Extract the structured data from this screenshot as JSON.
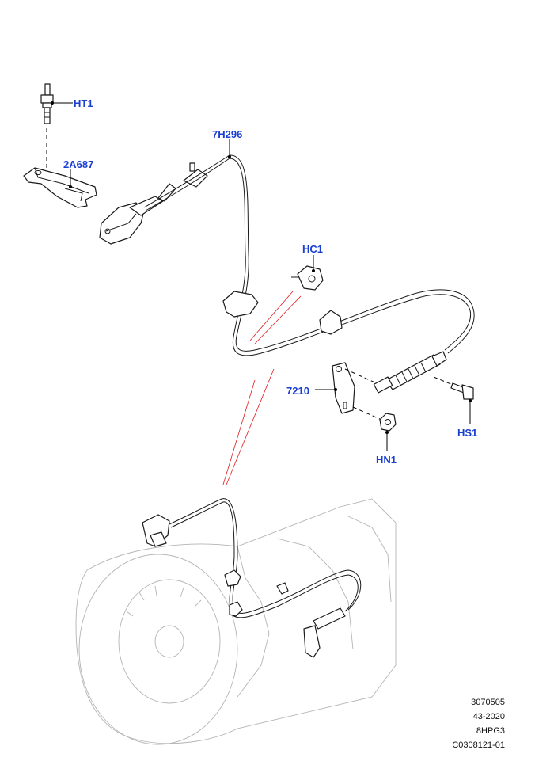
{
  "diagram": {
    "callouts": [
      {
        "id": "ht1",
        "label": "HT1"
      },
      {
        "id": "2a687",
        "label": "2A687"
      },
      {
        "id": "7h296",
        "label": "7H296"
      },
      {
        "id": "hc1",
        "label": "HC1"
      },
      {
        "id": "7210",
        "label": "7210"
      },
      {
        "id": "hn1",
        "label": "HN1"
      },
      {
        "id": "hs1",
        "label": "HS1"
      }
    ],
    "reference": {
      "line1": "3070505",
      "line2": "43-2020",
      "line3": "8HPG3",
      "line4": "C0308121-01"
    }
  },
  "colors": {
    "callout_text": "#1a3fd1",
    "line_art": "#1a1a1a",
    "leader_red": "#e0191b",
    "housing_faint": "#b4b4b4"
  }
}
